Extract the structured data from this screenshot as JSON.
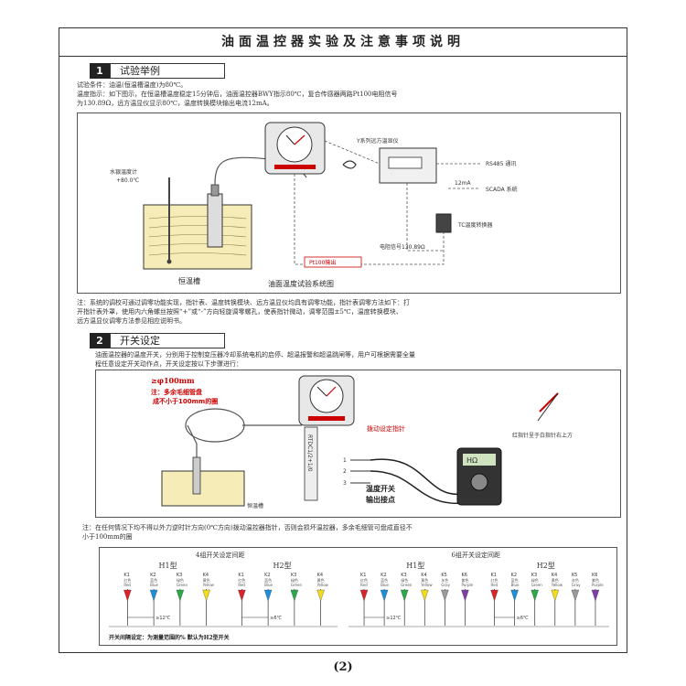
{
  "title": "油面温控器实验及注意事项说明",
  "page_number": "(2)",
  "section1": {
    "number": "1",
    "title": "试验举例",
    "lines": [
      "试验条件：油温(恒温槽温度)为80℃。",
      "温度指示：如下图示，在恒温槽温度稳定15分钟后，油面温控器BWY指示80℃，复合传感器两路Pt100电阻信号",
      "为130.89Ω，远方温显仪显示80℃，温度转换模块输出电流12mA。"
    ],
    "diagram": {
      "thermometer_label": "水银温度计",
      "thermometer_value": "+80.0℃",
      "bath_label": "恒温槽",
      "remote_display_label": "Y系列远方温显仪",
      "rs485_label": "RS485 通讯",
      "current_label": "12mA",
      "scada_label": "SCADA 系统",
      "converter_label": "TC温度转换器",
      "signal_label": "电阻信号130.89Ω",
      "pt100_label": "Pt100输出",
      "caption": "油面温度试验系统图"
    },
    "note": [
      "注：系统的调校可通过调零功能实现，指针表、温度转换模块、远方温显仪均具有调零功能，指针表调零方法如下：打",
      "开指针表外罩，使用内六角螺丝按照“+”或“-”方向轻旋调零螺孔，使表指针微动，调零范围±5℃，温度转换模块、",
      "远方温显仪调零方法参见相应说明书。"
    ]
  },
  "section2": {
    "number": "2",
    "title": "开关设定",
    "lines": [
      "油面温控器的温度开关，分别用于控制变压器冷却系统电机的启停、超温报警和超温跳闸等，用户可根据需要全量",
      "程任意设定开关动作点，开关设定按以下步骤进行："
    ],
    "diagram": {
      "bend_label": "≥φ100mm",
      "bend_note_line1": "注：多余毛细管盘",
      "bend_note_line2": "成不小于100mm的圈",
      "pointer_label": "拨动设定指针",
      "red_pointer_note": "红指针呈于白指针右上方",
      "bath_label": "恒温槽",
      "switch_output_line1": "温度开关",
      "switch_output_line2": "输出接点",
      "terminal_label": "RTDC1/2+1/0",
      "meter_display": "HΩ"
    },
    "note": [
      "注：在任何情况下均不得以外力逆时针方向(0℃方向)拨动温控器指针，否则会损坏温控器，多余毛细管可盘成直径不",
      "小于100mm的圈"
    ]
  },
  "switch_groups": [
    {
      "title": "4组开关设定间距",
      "types": [
        "H1型",
        "H2型"
      ],
      "switches": [
        {
          "k": "K1",
          "cn": "红色",
          "en": "Red",
          "color": "#d9252a"
        },
        {
          "k": "K2",
          "cn": "蓝色",
          "en": "Blue",
          "color": "#1c8fd8"
        },
        {
          "k": "K3",
          "cn": "绿色",
          "en": "Green",
          "color": "#2aa84a"
        },
        {
          "k": "K4",
          "cn": "黄色",
          "en": "Yellow",
          "color": "#f2dc1c"
        }
      ],
      "gap1": "≥12℃",
      "gap2": "≥6℃"
    },
    {
      "title": "6组开关设定间距",
      "types": [
        "H1型",
        "H2型"
      ],
      "switches": [
        {
          "k": "K1",
          "cn": "红色",
          "en": "Red",
          "color": "#d9252a"
        },
        {
          "k": "K2",
          "cn": "蓝色",
          "en": "Blue",
          "color": "#1c8fd8"
        },
        {
          "k": "K3",
          "cn": "绿色",
          "en": "Green",
          "color": "#2aa84a"
        },
        {
          "k": "K4",
          "cn": "黄色",
          "en": "Yellow",
          "color": "#f2dc1c"
        },
        {
          "k": "K5",
          "cn": "灰色",
          "en": "Gray",
          "color": "#9a9a9a"
        },
        {
          "k": "K6",
          "cn": "紫色",
          "en": "Purple",
          "color": "#7d3fa6"
        }
      ],
      "gap1": "≥12℃",
      "gap2": "≥6℃"
    }
  ],
  "switch_note": "开关间隔设定：为测量范围的% 默认为H2型开关"
}
